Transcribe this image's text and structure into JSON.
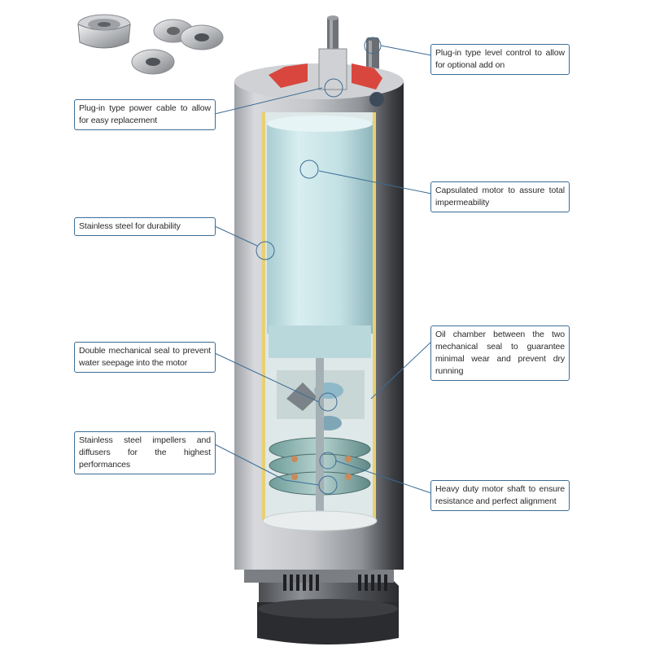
{
  "colors": {
    "callout_border": "#3d6d96",
    "leader_line": "#3d6d96",
    "pump_body": "#bcbec3",
    "motor_core": "#cfe8ea",
    "accent_red": "#d9463e"
  },
  "callouts": {
    "power_cable": "Plug-in type power cable to allow for easy replacement",
    "stainless_steel": "Stainless steel for durability",
    "double_seal": "Double mechanical seal to prevent water seepage into the motor",
    "impellers": "Stainless steel impellers and diffusers for the highest performances",
    "level_control": "Plug-in type level control to allow for optional add on",
    "capsulated_motor": "Capsulated motor to assure total impermeability",
    "oil_chamber": "Oil chamber between the two mechanical seal to guarantee minimal wear and prevent dry running",
    "motor_shaft": "Heavy duty motor shaft to ensure resistance and perfect alignment"
  },
  "icons": [
    "mechanical-seal-parts-icon",
    "submersible-pump-cutaway-illustration"
  ]
}
